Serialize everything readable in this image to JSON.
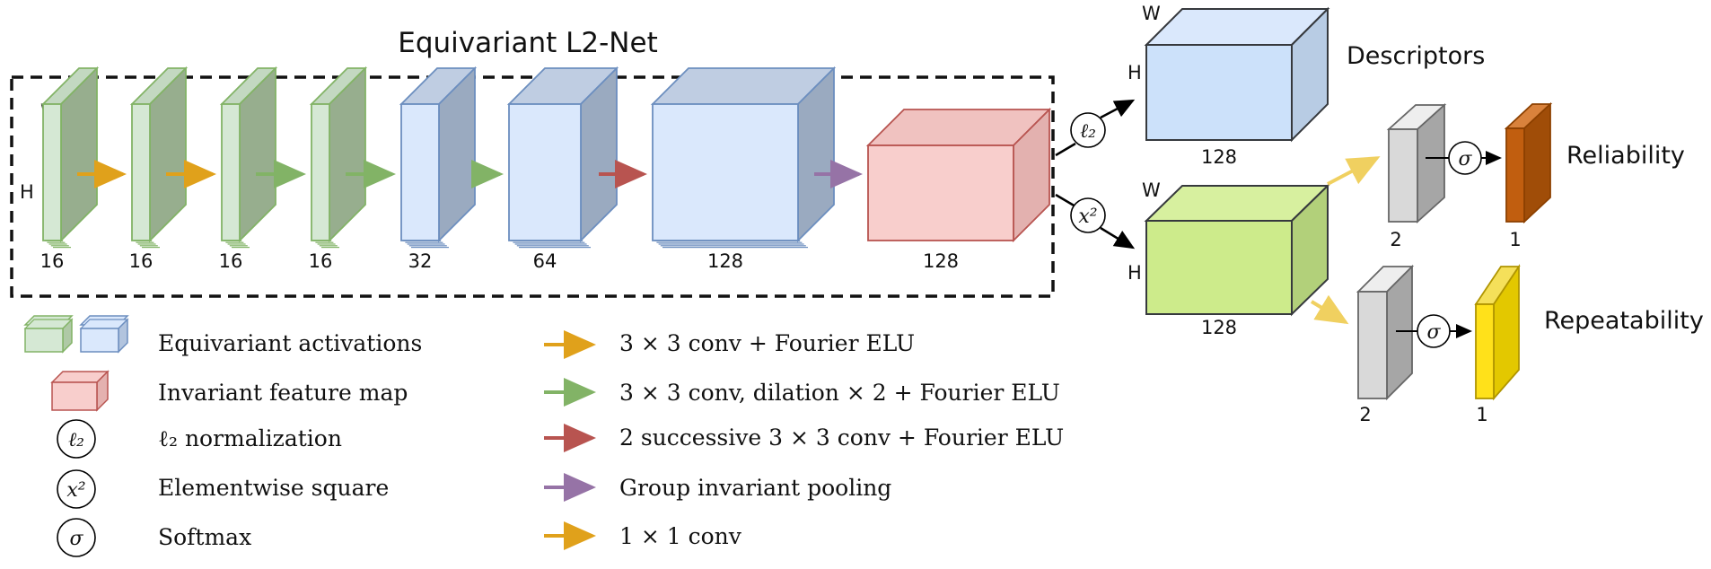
{
  "title": "Equivariant L2-Net",
  "dims": {
    "w": "W",
    "h": "H"
  },
  "blocks": [
    {
      "channels": "16",
      "color": "green"
    },
    {
      "channels": "16",
      "color": "green"
    },
    {
      "channels": "16",
      "color": "green"
    },
    {
      "channels": "16",
      "color": "green"
    },
    {
      "channels": "32",
      "color": "blue"
    },
    {
      "channels": "64",
      "color": "blue"
    },
    {
      "channels": "128",
      "color": "blue"
    },
    {
      "channels": "128",
      "color": "red"
    }
  ],
  "arrows_main": [
    "orange",
    "orange",
    "green",
    "green",
    "green",
    "red",
    "purple"
  ],
  "descriptors": {
    "label": "Descriptors",
    "channels": "128",
    "op": "ℓ₂"
  },
  "detector": {
    "channels": "128",
    "op": "x²"
  },
  "reliability": {
    "label": "Reliability",
    "in_channels": "2",
    "out_channels": "1",
    "op": "σ"
  },
  "repeatability": {
    "label": "Repeatability",
    "in_channels": "2",
    "out_channels": "1",
    "op": "σ"
  },
  "legend_left": [
    {
      "icon": "equivariant-activations",
      "text": "Equivariant activations"
    },
    {
      "icon": "invariant-map",
      "text": "Invariant feature map"
    },
    {
      "icon": "l2-circle",
      "symbol": "ℓ₂",
      "text": "ℓ₂ normalization"
    },
    {
      "icon": "x2-circle",
      "symbol": "x²",
      "text": "Elementwise square"
    },
    {
      "icon": "sigma-circle",
      "symbol": "σ",
      "text": "Softmax"
    }
  ],
  "legend_right": [
    {
      "color": "orange",
      "text": "3 × 3 conv + Fourier ELU"
    },
    {
      "color": "green",
      "text": "3 × 3 conv, dilation × 2 + Fourier ELU"
    },
    {
      "color": "red",
      "text": "2 successive 3 × 3 conv + Fourier ELU"
    },
    {
      "color": "purple",
      "text": "Group invariant pooling"
    },
    {
      "color": "orange",
      "text": "1 × 1 conv"
    }
  ],
  "colors": {
    "orange": "#E0A11B",
    "green": "#82B366",
    "red": "#B85450",
    "purple": "#9673A6",
    "yellow_arrow": "#F0D060",
    "green_fill": "#D5E8D4",
    "blue_fill": "#DAE8FC",
    "blue_stroke": "#6C8EBF",
    "red_fill": "#F8CECC",
    "lime_fill": "#CDEB8B",
    "lime_stroke": "#36393D",
    "gray_fill": "#E6E6E6",
    "reliability_fill": "#C15E0F",
    "repeatability_fill": "#E3C800"
  }
}
